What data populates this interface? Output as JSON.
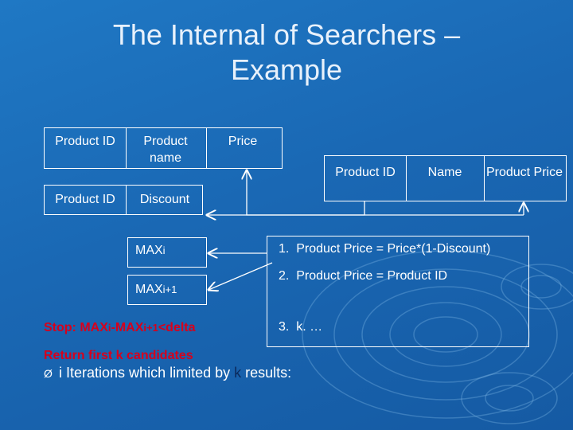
{
  "slide": {
    "title_line1": "The Internal of Searchers –",
    "title_line2": "Example"
  },
  "table1": {
    "product_id": "Product ID",
    "product_name": "Product name",
    "price": "Price"
  },
  "table2": {
    "product_id": "Product ID",
    "discount": "Discount"
  },
  "table3": {
    "product_id": "Product ID",
    "name": "Name",
    "product_price": "Product Price"
  },
  "max_labels": {
    "max_i_base": "MAX",
    "max_i_sub": "i",
    "max_i1_base": "MAX",
    "max_i1_sub": "i+1"
  },
  "stop": {
    "text_a": "Stop: MAX",
    "sub_a": "i",
    "text_b": "-MAX",
    "sub_b": "i+1",
    "text_c": "<delta",
    "return_text": "Return first k candidates"
  },
  "formulas": [
    {
      "num": "1.",
      "text": "Product Price = Price*(1-Discount)"
    },
    {
      "num": "2.",
      "text": "Product Price = Product ID"
    },
    {
      "num": "3.",
      "text": "k. …"
    }
  ],
  "bullet": {
    "mark": "Ø",
    "before": "i Iterations which limited by ",
    "k": "k",
    "after": " results:"
  },
  "colors": {
    "background": "#1a6ab8",
    "text": "#ffffff",
    "stop_text": "#d6001c",
    "k_highlight": "#0b2a5c"
  }
}
